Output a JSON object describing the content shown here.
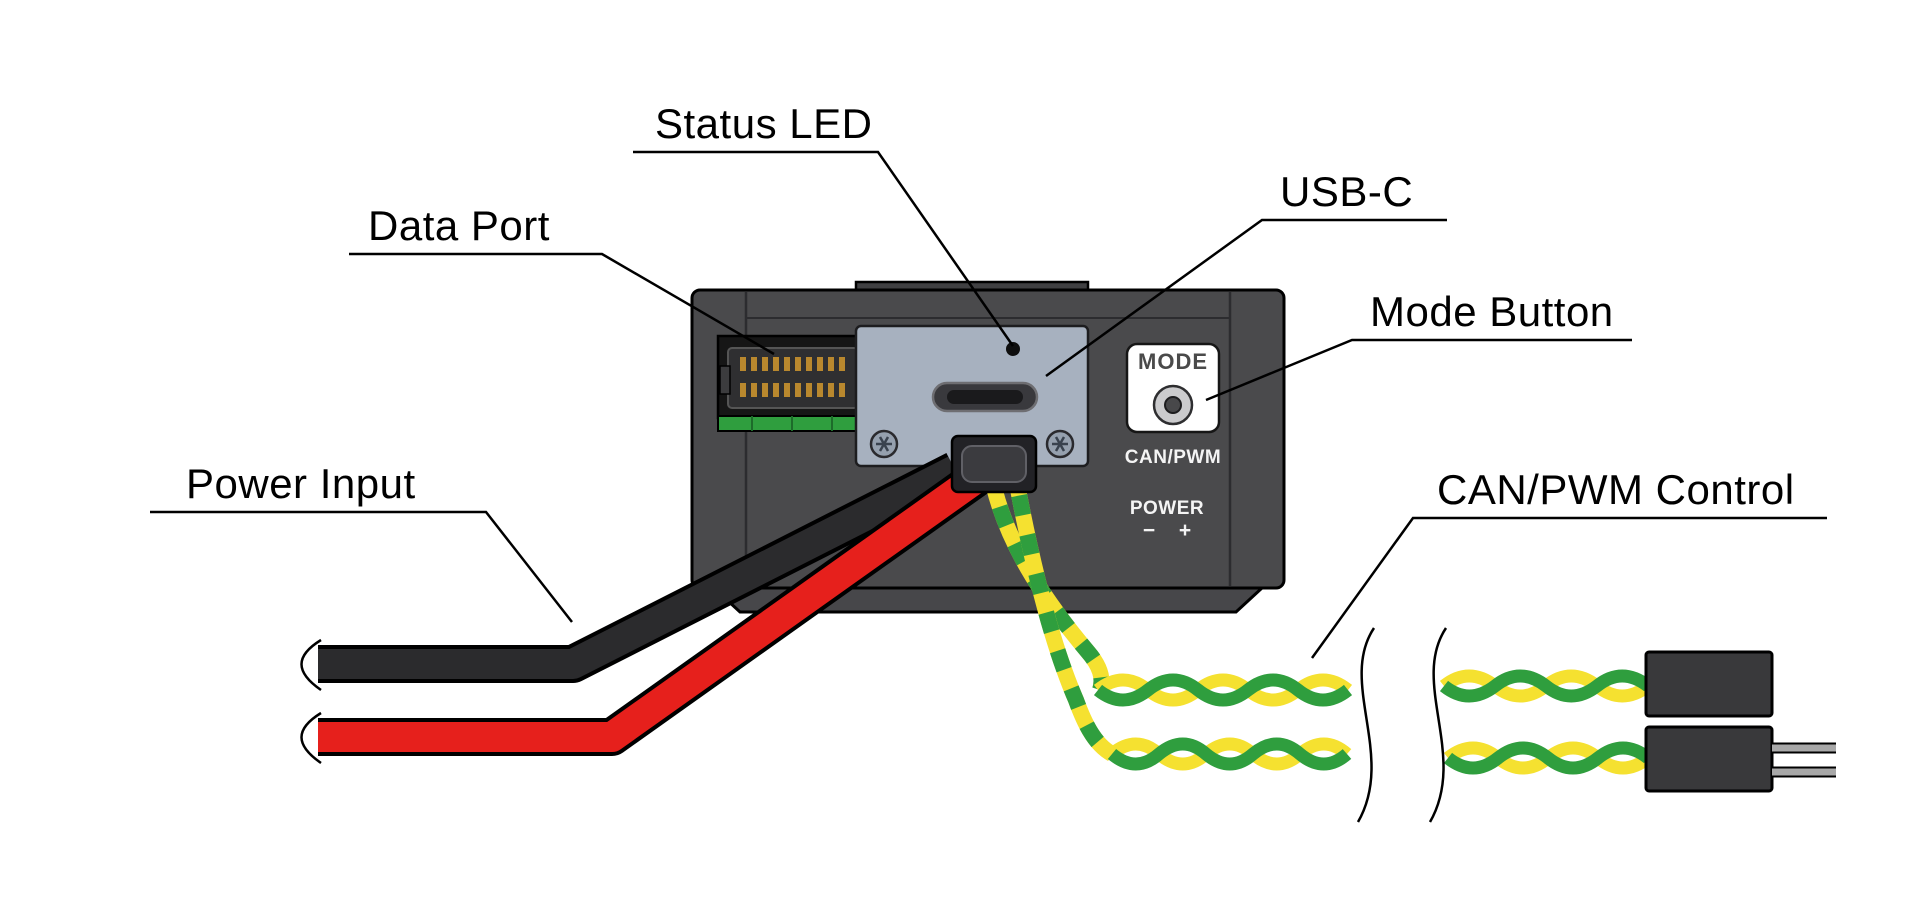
{
  "figure": {
    "type": "hardware-annotation-diagram",
    "background": "#ffffff",
    "callouts": {
      "status_led": "Status LED",
      "usb_c": "USB-C",
      "data_port": "Data Port",
      "mode_button": "Mode Button",
      "power_input": "Power Input",
      "can_pwm_control": "CAN/PWM Control"
    },
    "device_markings": {
      "mode": "MODE",
      "can_pwm": "CAN/PWM",
      "power": "POWER",
      "polarity": "− +"
    },
    "colors": {
      "device_body": "#4a4a4c",
      "faceplate": "#a7b1bf",
      "power_wire_negative": "#2b2b2d",
      "power_wire_positive": "#e6201c",
      "signal_wire_yellow": "#f5e130",
      "signal_wire_green": "#2f9e3e"
    }
  }
}
